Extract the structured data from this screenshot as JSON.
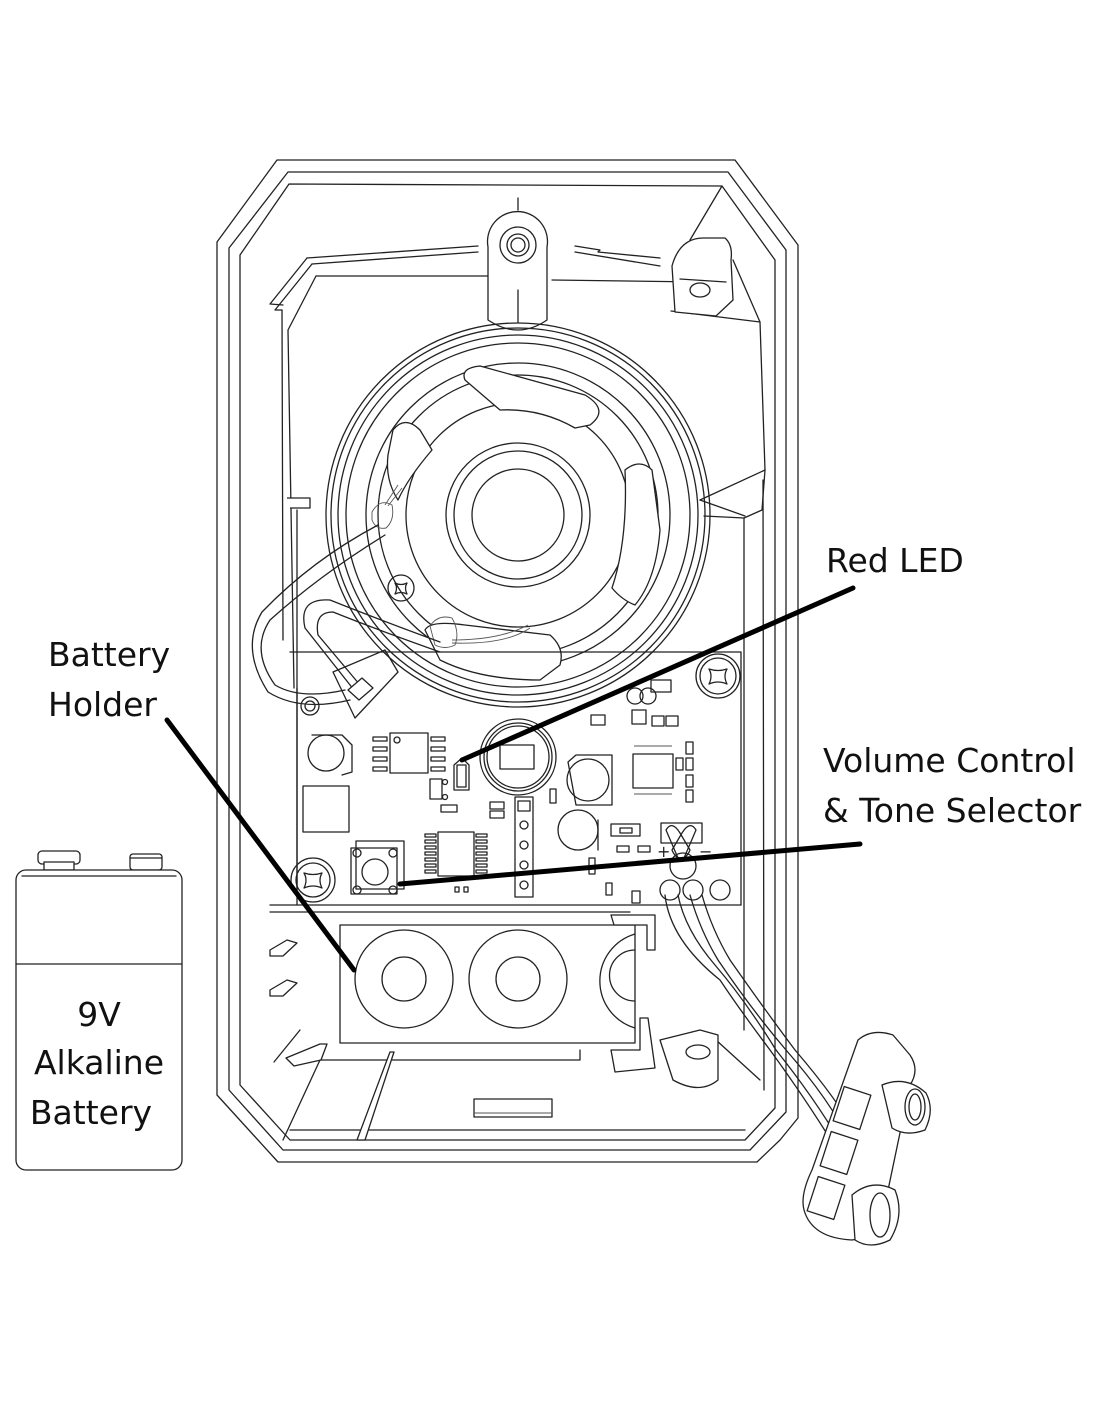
{
  "diagram": {
    "title": "Wired Door Chime / Alarm Interior",
    "callouts": {
      "red_led": {
        "label": "Red LED"
      },
      "battery_holder": {
        "line1": "Battery",
        "line2": "Holder"
      },
      "volume_tone": {
        "line1": "Volume Control",
        "line2": "& Tone Selector"
      }
    },
    "battery": {
      "line1": "9V",
      "line2": "Alkaline",
      "line3": "Battery"
    },
    "pcb_markings": {
      "plus": "+",
      "minus": "−"
    },
    "colors": {
      "line": "#222222",
      "leader": "#000000",
      "background": "#ffffff"
    }
  }
}
